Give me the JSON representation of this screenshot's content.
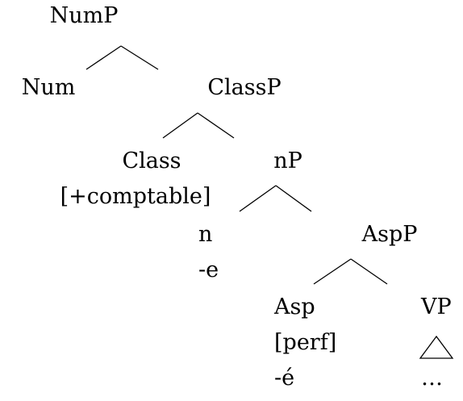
{
  "tree": {
    "numP": {
      "label": "NumP"
    },
    "num": {
      "label": "Num"
    },
    "classP": {
      "label": "ClassP"
    },
    "class": {
      "label": "Class",
      "feature": "[+comptable]"
    },
    "nP": {
      "label": "nP"
    },
    "n": {
      "label": "n",
      "exponent": "-e"
    },
    "aspP": {
      "label": "AspP"
    },
    "asp": {
      "label": "Asp",
      "feature": "[perf]",
      "exponent": "-é"
    },
    "vp": {
      "label": "VP",
      "content": "…"
    }
  }
}
